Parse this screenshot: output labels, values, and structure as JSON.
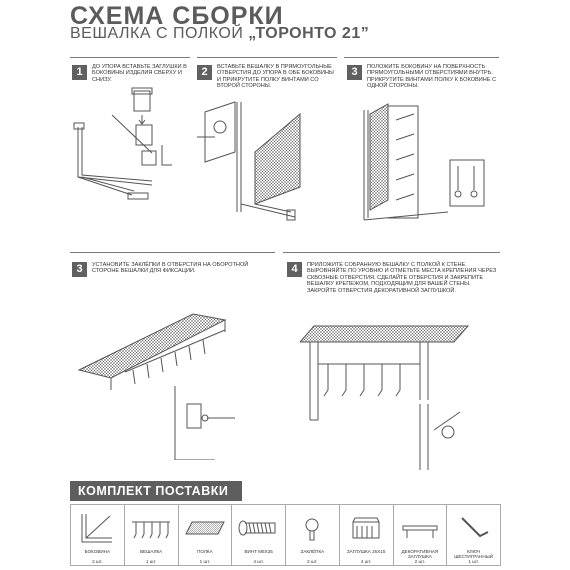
{
  "header": {
    "title": "СХЕМА СБОРКИ",
    "subtitle_prefix": "ВЕШАЛКА С ПОЛКОЙ",
    "subtitle_model": "„ТОРОНТО 21”"
  },
  "steps": [
    {
      "number": "1",
      "text": "ДО УПОРА ВСТАВЬТЕ ЗАГЛУШКИ В БОКОВИНЫ ИЗДЕЛИЯ СВЕРХУ И СНИЗУ."
    },
    {
      "number": "2",
      "text": "ВСТАВЬТЕ ВЕШАЛКУ В ПРЯМОУГОЛЬНЫЕ ОТВЕРСТИЯ ДО УПОРА В ОБЕ БОКОВИНЫ И ПРИКРУТИТЕ ПОЛКУ ВИНТАМИ СО ВТОРОЙ СТОРОНЫ."
    },
    {
      "number": "3",
      "text": "ПОЛОЖИТЕ БОКОВИНУ НА ПОВЕРХНОСТЬ ПРЯМОУГОЛЬНЫМИ ОТВЕРСТИЯМИ ВНУТРЬ. ПРИКРУТИТЕ ВИНТАМИ ПОЛКУ К БОКОВИНЕ С ОДНОЙ СТОРОНЫ."
    },
    {
      "number": "3",
      "text": "УСТАНОВИТЕ ЗАКЛЁПКИ В ОТВЕРСТИЯ НА ОБОРОТНОЙ СТОРОНЕ ВЕШАЛКИ ДЛЯ ФИКСАЦИИ."
    },
    {
      "number": "4",
      "text": "ПРИЛОЖИТЕ СОБРАННУЮ ВЕШАЛКУ С ПОЛКОЙ К СТЕНЕ. ВЫРОВНЯЙТЕ ПО УРОВНЮ И ОТМЕТЬТЕ МЕСТА КРЕПЛЕНИЯ ЧЕРЕЗ СКВОЗНЫЕ ОТВЕРСТИЯ. СДЕЛАЙТЕ ОТВЕРСТИЯ И ЗАКРЕПИТЕ ВЕШАЛКУ КРЕПЕЖОМ, ПОДХОДЯЩИМ ДЛЯ ВАШЕЙ СТЕНЫ. ЗАКРОЙТЕ ОТВЕРСТИЯ ДЕКОРАТИВНОЙ ЗАГЛУШКОЙ."
    }
  ],
  "kit": {
    "title": "КОМПЛЕКТ ПОСТАВКИ",
    "items": [
      {
        "name": "БОКОВИНА",
        "qty": "2 шт.",
        "icon": "side-panel-icon"
      },
      {
        "name": "ВЕШАЛКА",
        "qty": "1 шт.",
        "icon": "hook-rail-icon"
      },
      {
        "name": "ПОЛКА",
        "qty": "1 шт.",
        "icon": "shelf-icon"
      },
      {
        "name": "ВИНТ М5х35",
        "qty": "4 шт.",
        "icon": "screw-icon"
      },
      {
        "name": "ЗАКЛЁПКА",
        "qty": "2 шт.",
        "icon": "rivet-icon"
      },
      {
        "name": "ЗАГЛУШКА 25х15",
        "qty": "4 шт.",
        "icon": "end-cap-icon"
      },
      {
        "name": "ДЕКОРАТИВНАЯ ЗАГЛУШКА",
        "qty": "2 шт.",
        "icon": "decor-cap-icon"
      },
      {
        "name": "КЛЮЧ ШЕСТИГРАННЫЙ",
        "qty": "1 шт.",
        "icon": "hex-key-icon"
      }
    ]
  }
}
